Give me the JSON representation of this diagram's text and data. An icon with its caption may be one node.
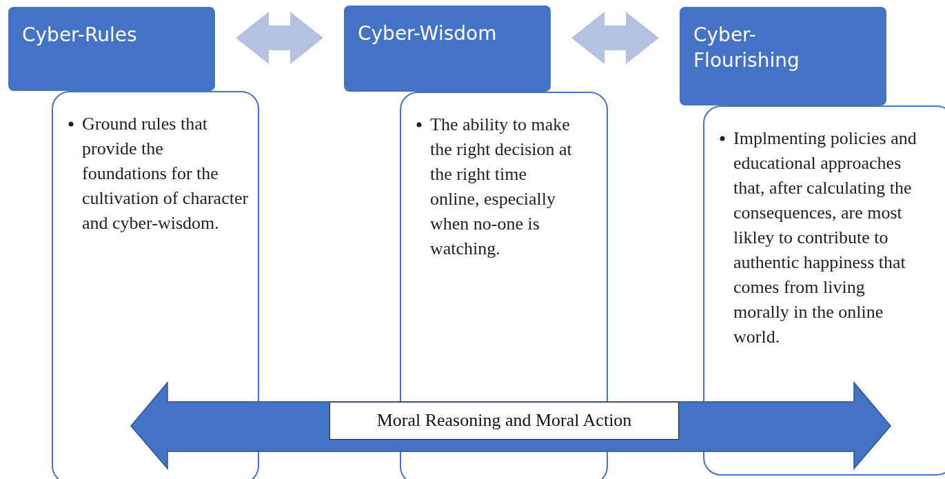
{
  "diagram": {
    "nodes": [
      {
        "text": [
          "Cyber-Rules"
        ]
      },
      {
        "text": [
          "Ground rules that provide the foundations for the cultivation of character and cyber-wisdom."
        ]
      },
      {
        "text": [
          "Cyber-Wisdom"
        ]
      },
      {
        "text": [
          "The ability to make the right decision at the right time online, especially when no-one is watching."
        ]
      },
      {
        "text": [
          "Cyber- Flourishing"
        ]
      },
      {
        "text": [
          "Implmenting policies and educational approaches that, after calculating the consequences, are most likley to contribute to authentic happiness that comes from living morally in the online world."
        ]
      },
      {
        "text": [
          "Moral Reasoning and Moral Action"
        ]
      }
    ],
    "edges": [
      {
        "from": 0,
        "to": 2,
        "arrow": "both"
      },
      {
        "from": 2,
        "to": 4,
        "arrow": "both"
      }
    ]
  }
}
